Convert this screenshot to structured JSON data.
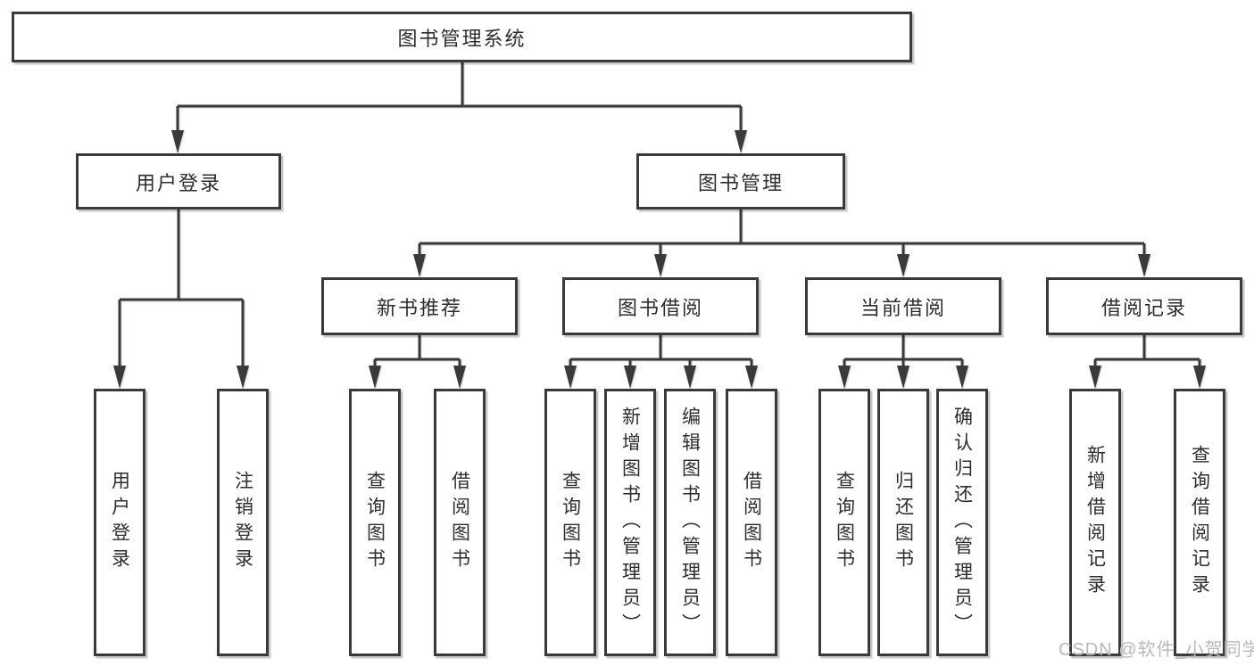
{
  "diagram_title": "图书管理系统",
  "colors": {
    "line": "#3a3a3a",
    "box_border": "#3a3a3a",
    "box_background": "#ffffff",
    "text": "#2d2d2d",
    "watermark": "#b9b9b9"
  },
  "root": "图书管理系统",
  "level2": [
    "用户登录",
    "图书管理"
  ],
  "level3": [
    "新书推荐",
    "图书借阅",
    "当前借阅",
    "借阅记录"
  ],
  "level4": [
    "用户登录",
    "注销登录",
    "查询图书",
    "借阅图书",
    "查询图书",
    "新增图书（管理员）",
    "编辑图书（管理员）",
    "借阅图书",
    "查询图书",
    "归还图书",
    "确认归还（管理员）",
    "新增借阅记录",
    "查询借阅记录"
  ],
  "tree": {
    "label": "图书管理系统",
    "children": [
      {
        "label": "用户登录",
        "children": [
          "用户登录",
          "注销登录"
        ]
      },
      {
        "label": "图书管理",
        "children": [
          {
            "label": "新书推荐",
            "children": [
              "查询图书",
              "借阅图书"
            ]
          },
          {
            "label": "图书借阅",
            "children": [
              "查询图书",
              "新增图书（管理员）",
              "编辑图书（管理员）",
              "借阅图书"
            ]
          },
          {
            "label": "当前借阅",
            "children": [
              "查询图书",
              "归还图书",
              "确认归还（管理员）"
            ]
          },
          {
            "label": "借阅记录",
            "children": [
              "新增借阅记录",
              "查询借阅记录"
            ]
          }
        ]
      }
    ]
  },
  "watermark": {
    "text": "CSDN @软件_小贺同学"
  }
}
